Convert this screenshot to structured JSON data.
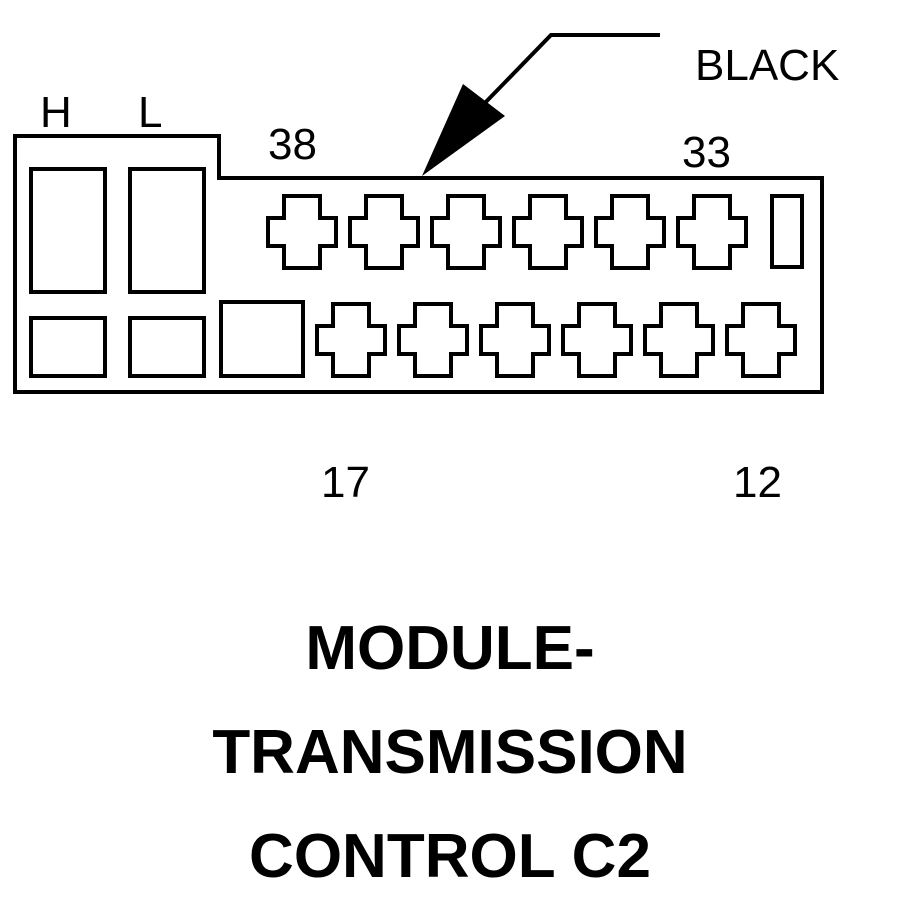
{
  "connector": {
    "color_label": "BLACK",
    "cavity_labels": {
      "high": "H",
      "low": "L",
      "upper_left_pin": "38",
      "upper_right_pin": "33",
      "lower_left_pin": "17",
      "lower_right_pin": "12"
    },
    "upper_terminal_count": 6,
    "lower_terminal_count": 6
  },
  "title": {
    "line1": "MODULE-",
    "line2": "TRANSMISSION",
    "line3": "CONTROL C2"
  }
}
